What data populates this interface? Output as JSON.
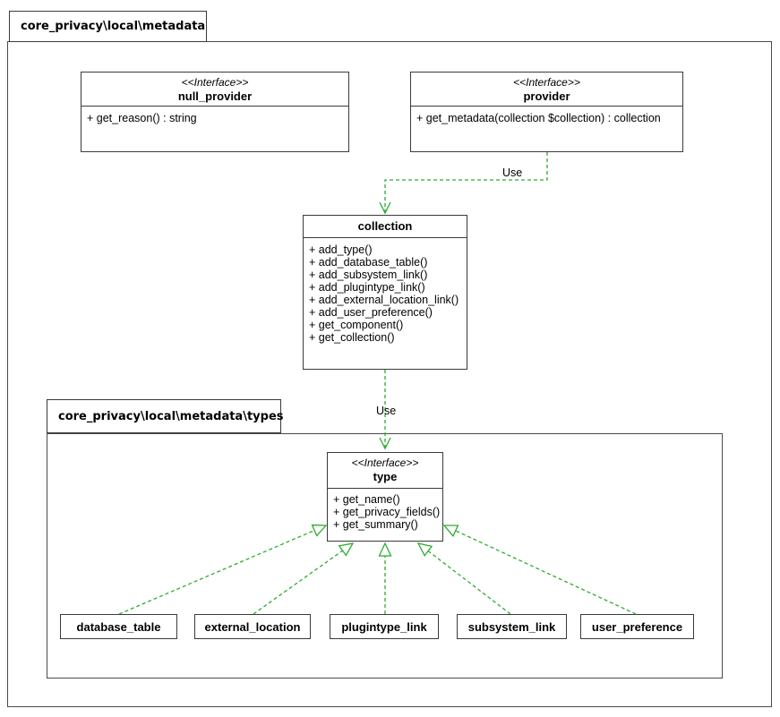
{
  "colors": {
    "background": "#ffffff",
    "box_border": "#3a3a3a",
    "arrow_green": "#2eab2e",
    "text": "#000000"
  },
  "outer_package": {
    "label": "core_privacy\\local\\metadata"
  },
  "classes": {
    "null_provider": {
      "stereotype": "<<Interface>>",
      "name": "null_provider",
      "methods": [
        "+ get_reason() : string"
      ]
    },
    "provider": {
      "stereotype": "<<Interface>>",
      "name": "provider",
      "methods": [
        "+ get_metadata(collection $collection) : collection"
      ]
    },
    "collection": {
      "name": "collection",
      "methods": [
        "+ add_type()",
        "+ add_database_table()",
        "+ add_subsystem_link()",
        "+ add_plugintype_link()",
        "+ add_external_location_link()",
        "+ add_user_preference()",
        "+ get_component()",
        "+ get_collection()"
      ]
    },
    "type": {
      "stereotype": "<<Interface>>",
      "name": "type",
      "methods": [
        "+ get_name()",
        "+ get_privacy_fields()",
        "+ get_summary()"
      ]
    }
  },
  "types_package": {
    "label": "core_privacy\\local\\metadata\\types",
    "type_classes": [
      "database_table",
      "external_location",
      "plugintype_link",
      "subsystem_link",
      "user_preference"
    ]
  },
  "edges": {
    "use_label_1": "Use",
    "use_label_2": "Use"
  }
}
